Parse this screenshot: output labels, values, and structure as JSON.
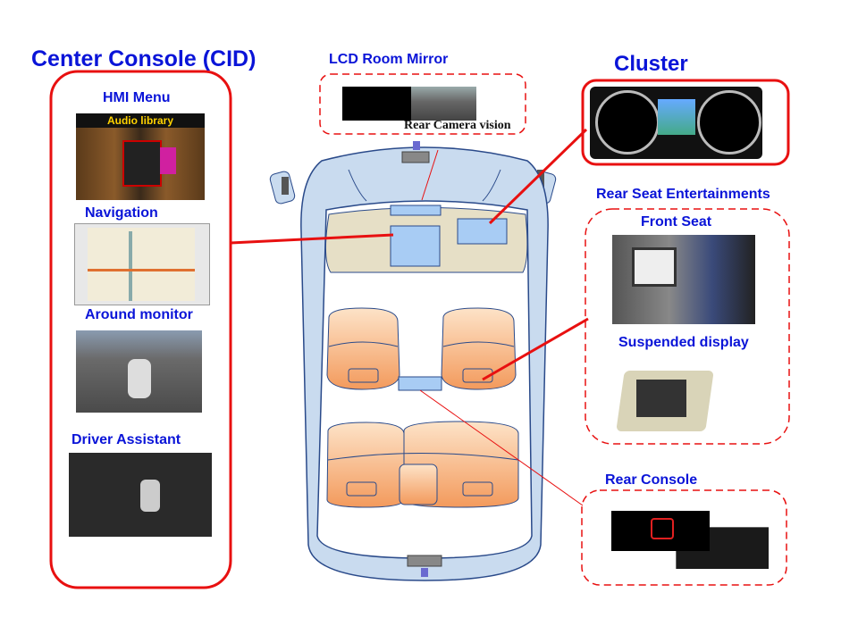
{
  "center_console": {
    "title": "Center Console (CID)",
    "items": [
      {
        "label": "HMI Menu",
        "screen_text": "Audio library"
      },
      {
        "label": "Navigation"
      },
      {
        "label": "Around monitor"
      },
      {
        "label": "Driver Assistant"
      }
    ]
  },
  "mirror": {
    "title": "LCD Room Mirror",
    "caption": "Rear Camera vision"
  },
  "cluster": {
    "title": "Cluster"
  },
  "rse": {
    "title": "Rear Seat Entertainments",
    "items": [
      {
        "label": "Front Seat"
      },
      {
        "label": "Suspended display"
      }
    ]
  },
  "rear_console": {
    "title": "Rear Console"
  },
  "colors": {
    "label": "#0a14d8",
    "callout": "#e81010",
    "car_body": "#c9dbef",
    "car_outline": "#2a4a8a",
    "seat": "#f4a46a",
    "screen": "#a8ccf4",
    "dash": "#e6dfc6"
  }
}
